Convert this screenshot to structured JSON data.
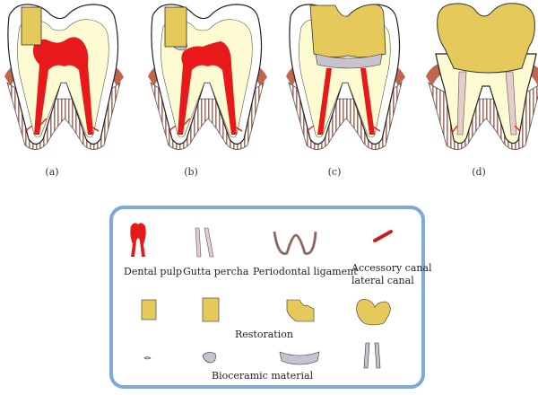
{
  "panels": [
    {
      "label": "(a)"
    },
    {
      "label": "(b)"
    },
    {
      "label": "(c)"
    },
    {
      "label": "(d)"
    }
  ],
  "legend": {
    "items": [
      {
        "label": "Dental pulp"
      },
      {
        "label": "Gutta percha"
      },
      {
        "label": "Periodontal ligament"
      },
      {
        "label": "Accessory canal\nlateral canal"
      }
    ],
    "restoration_label": "Restoration",
    "bioceramic_label": "Bioceramic material"
  },
  "colors": {
    "enamel": "#ffffff",
    "dentin": "#fdfbd2",
    "pulp": "#e8191b",
    "restoration": "#e5c95a",
    "gutta_percha": "#e6cdcc",
    "bioceramic": "#c7c2cf",
    "ligament": "#a0766a",
    "gum": "#c0664f",
    "legend_border": "#7fa9d9"
  }
}
